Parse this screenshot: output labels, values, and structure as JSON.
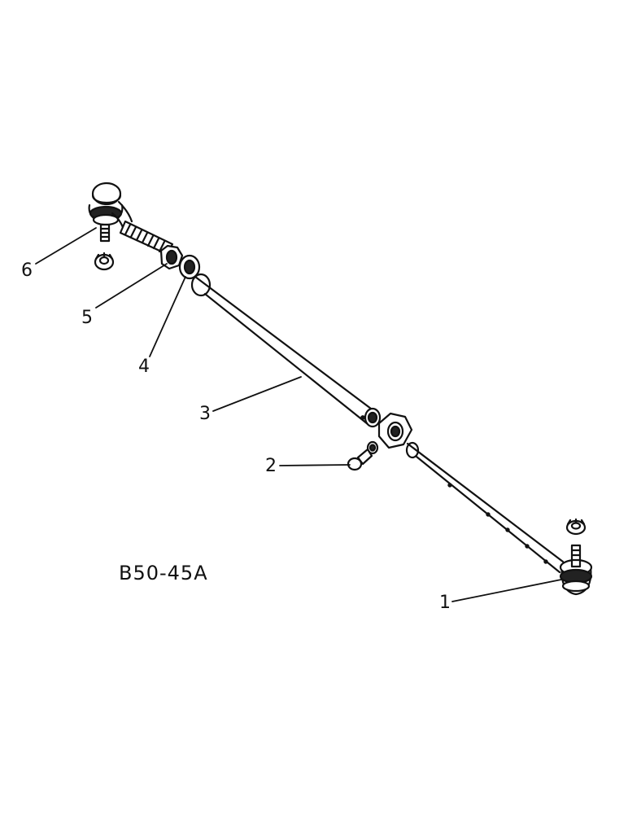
{
  "figure": {
    "code": "B50-45A"
  },
  "callouts": [
    {
      "id": "1",
      "label": "1"
    },
    {
      "id": "2",
      "label": "2"
    },
    {
      "id": "3",
      "label": "3"
    },
    {
      "id": "4",
      "label": "4"
    },
    {
      "id": "5",
      "label": "5"
    },
    {
      "id": "6",
      "label": "6"
    }
  ]
}
